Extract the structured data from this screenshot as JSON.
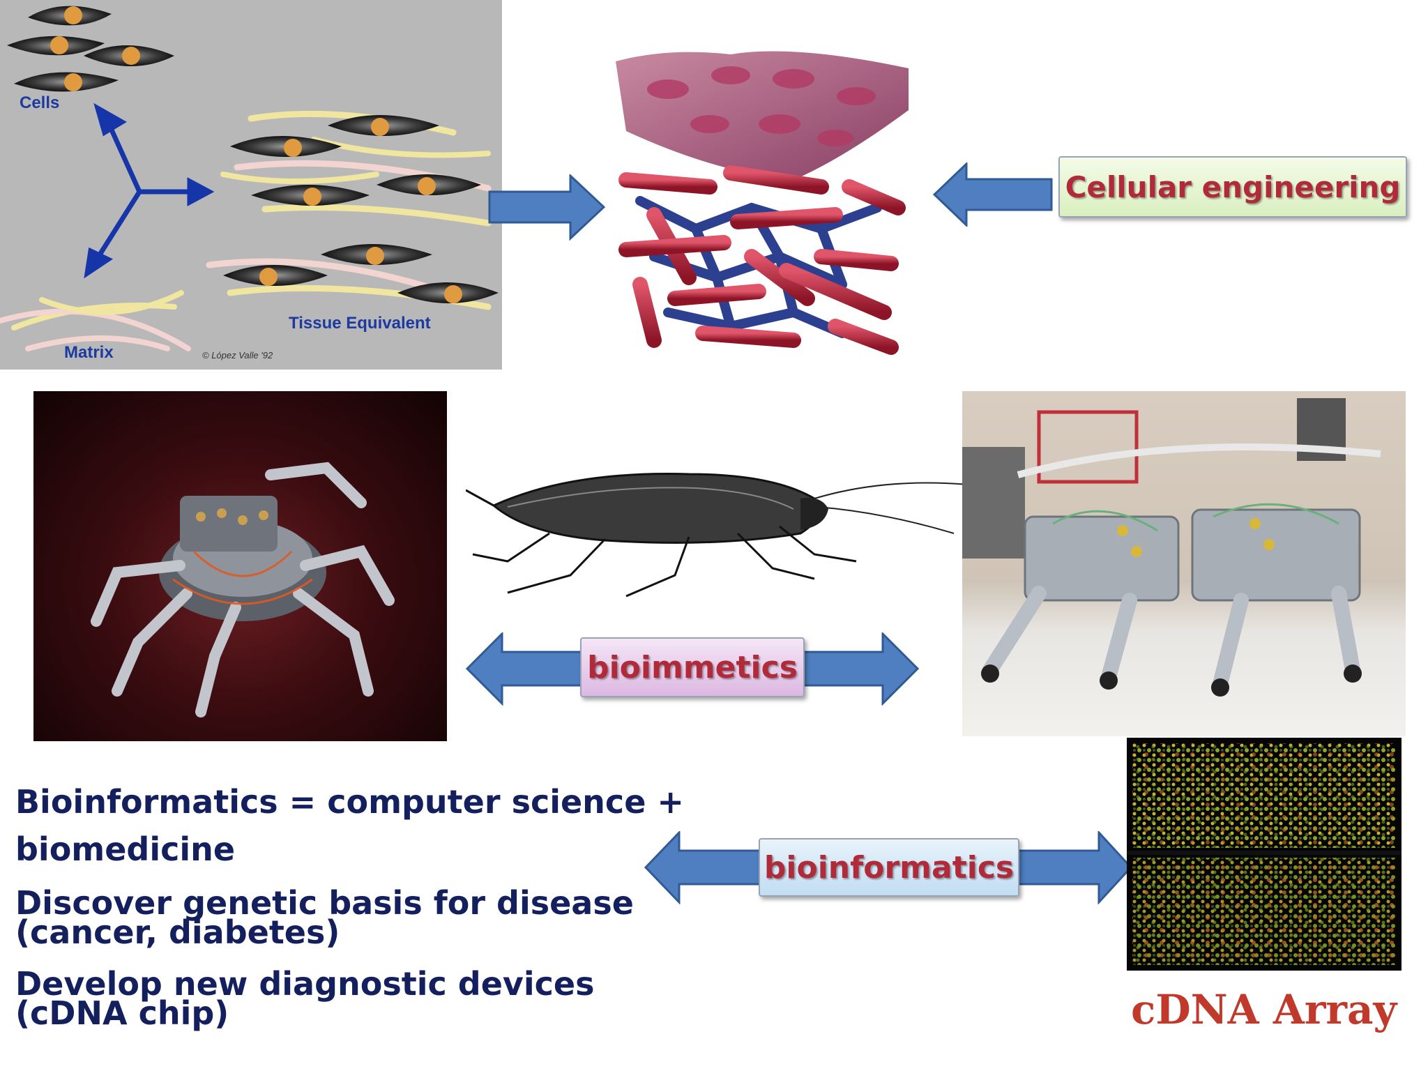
{
  "cells_panel": {
    "cells_label": "Cells",
    "tissue_label": "Tissue Equivalent",
    "matrix_label": "Matrix",
    "copyright": "© López Valle '92"
  },
  "labels": {
    "cellular_engineering": "Cellular engineering",
    "biomimetics": "bioimmetics",
    "bioinformatics": "bioinformatics",
    "cdna_array": "cDNA Array"
  },
  "bullets": [
    {
      "line1": "Bioinformatics = computer science +",
      "line2": "biomedicine"
    },
    {
      "line1": "Discover genetic basis for disease",
      "line2": "(cancer, diabetes)"
    },
    {
      "line1": "Develop new diagnostic devices",
      "line2": "(cDNA chip)"
    }
  ],
  "colors": {
    "arrow_fill": "#4f7fc0",
    "arrow_stroke": "#2f5a96",
    "label_text": "#b02a3a",
    "bullet_text": "#14205e",
    "cdna_text": "#c0392b"
  }
}
